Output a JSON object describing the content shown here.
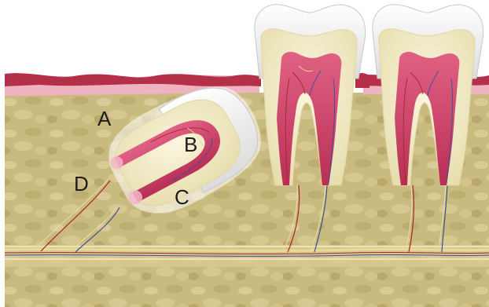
{
  "labels": {
    "a": "A",
    "b": "B",
    "c": "C",
    "d": "D"
  },
  "colors": {
    "bone": "#cbbd83",
    "bone_dark": "#b8a96c",
    "gum": "#b33048",
    "gum_light": "#efb2c0",
    "enamel": "#f4f4f4",
    "dentin": "#f2ebc5",
    "pulp": "#d2476a",
    "nerve": "#e7db98",
    "vessel_red": "#a8252e",
    "vessel_blue": "#3d4f9c"
  }
}
